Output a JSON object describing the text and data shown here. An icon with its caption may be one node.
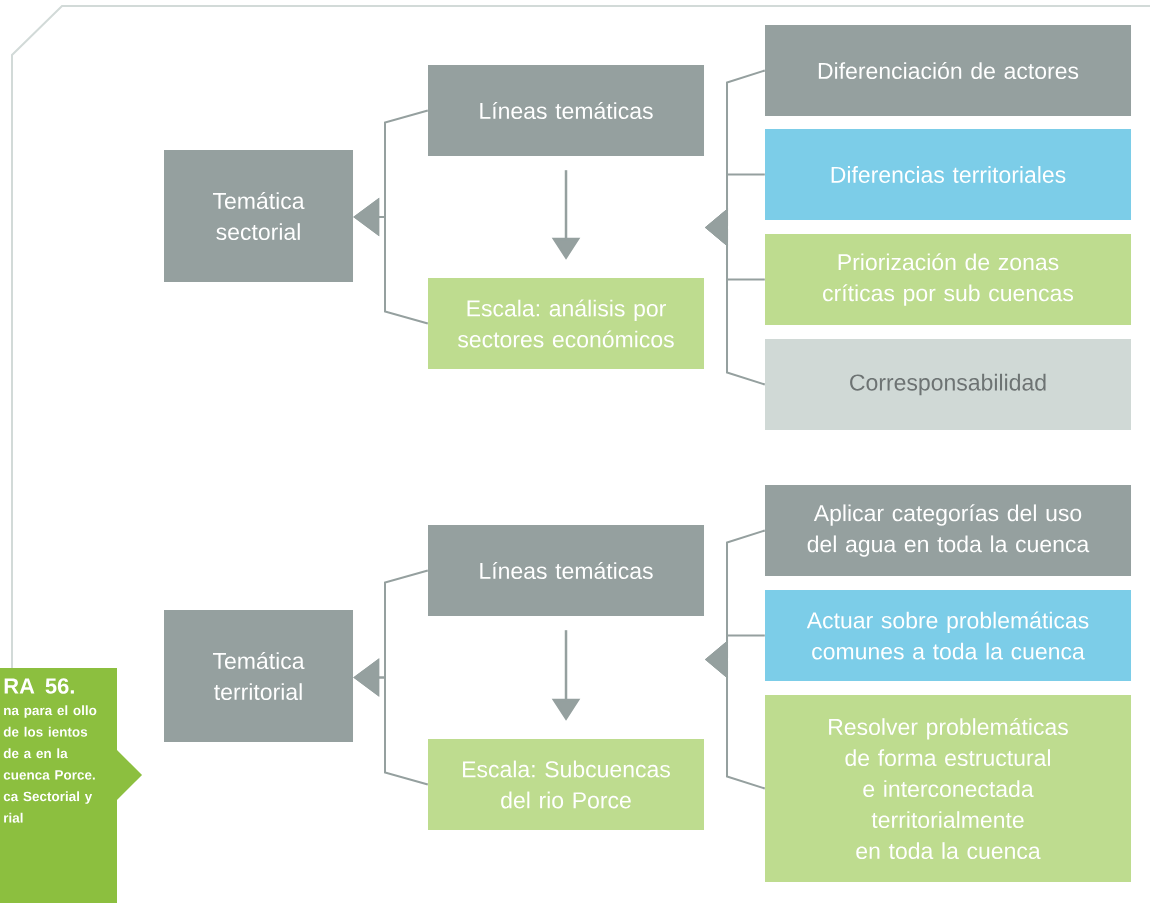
{
  "diagram": {
    "nodes": [
      {
        "text": [
          "Temática sectorial"
        ]
      },
      {
        "text": [
          "Líneas temáticas"
        ]
      },
      {
        "text": [
          "Escala: análisis por sectores económicos"
        ]
      },
      {
        "text": [
          "Diferenciación de actores"
        ]
      },
      {
        "text": [
          "Diferencias territoriales"
        ]
      },
      {
        "text": [
          "Priorización de zonas críticas por sub cuencas"
        ]
      },
      {
        "text": [
          "Corresponsabilidad"
        ]
      },
      {
        "text": [
          "Temática territorial"
        ]
      },
      {
        "text": [
          "Líneas temáticas"
        ]
      },
      {
        "text": [
          "Escala: Subcuencas del rio Porce"
        ]
      },
      {
        "text": [
          "Aplicar categorías del uso del agua en toda la cuenca"
        ]
      },
      {
        "text": [
          "Actuar sobre problemáticas comunes a toda la cuenca"
        ]
      },
      {
        "text": [
          "Resolver problemáticas de forma estructural e interconectada territorialmente en toda la cuenca"
        ]
      },
      {
        "text": [
          "RA 56.",
          "na para el ollo de los ientos de a en la cuenca Porce. ca Sectorial y rial"
        ]
      }
    ],
    "edges": [
      {
        "from": 1,
        "to": 0,
        "arrow": "to"
      },
      {
        "from": 2,
        "to": 0,
        "arrow": "to"
      },
      {
        "from": 1,
        "to": 2,
        "arrow": "to"
      },
      {
        "from": 3,
        "to": null,
        "arrow": "to"
      },
      {
        "from": 4,
        "to": null,
        "arrow": "to"
      },
      {
        "from": 5,
        "to": null,
        "arrow": "to"
      },
      {
        "from": 6,
        "to": null,
        "arrow": "to"
      },
      {
        "from": 8,
        "to": 7,
        "arrow": "to"
      },
      {
        "from": 9,
        "to": 7,
        "arrow": "to"
      },
      {
        "from": 8,
        "to": 9,
        "arrow": "to"
      },
      {
        "from": 10,
        "to": null,
        "arrow": "to"
      },
      {
        "from": 11,
        "to": null,
        "arrow": "to"
      },
      {
        "from": 12,
        "to": null,
        "arrow": "to"
      }
    ]
  }
}
